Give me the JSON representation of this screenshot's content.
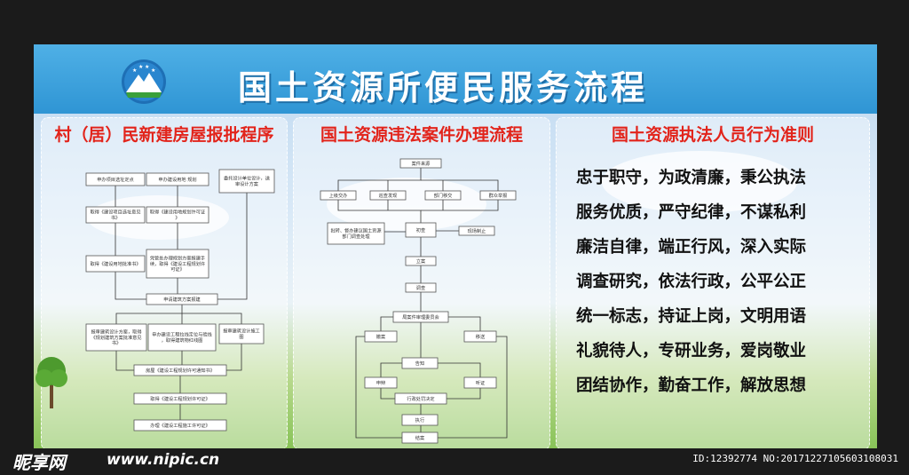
{
  "header": {
    "title": "国土资源所便民服务流程"
  },
  "panels": {
    "building": {
      "title": "村（居）民新建房屋报批程序"
    },
    "case": {
      "title": "国土资源违法案件办理流程"
    },
    "conduct": {
      "title": "国土资源执法人员行为准则",
      "lines": [
        "忠于职守，为政清廉，秉公执法",
        "服务优质，严守纪律，不谋私利",
        "廉洁自律，端正行风，深入实际",
        "调查研究，依法行政，公平公正",
        "统一标志，持证上岗，文明用语",
        "礼貌待人，专研业务，爱岗敬业",
        "团结协作，勤奋工作，解放思想"
      ]
    }
  },
  "building_flow": {
    "nodes": [
      {
        "id": "b1",
        "label": "申办项目选址定点"
      },
      {
        "id": "b2",
        "label": "申办建设用地 规划"
      },
      {
        "id": "b3",
        "label": "委托设计单位设计，送审设计方案"
      },
      {
        "id": "b4",
        "label": "取得《建设项目选址意见书》"
      },
      {
        "id": "b5",
        "label": "取得《建设用地规划许可证》"
      },
      {
        "id": "b6",
        "label": "取得《建设用地批准书》"
      },
      {
        "id": "b7",
        "label": "凭管处办理规划方案报建手续，取得《建设工程规划许可证》"
      },
      {
        "id": "b8",
        "label": "申请建筑方案报建"
      },
      {
        "id": "b9",
        "label": "报审建筑设计方案，取得《规划建筑方案批准意见书》"
      },
      {
        "id": "b10",
        "label": "申办建设工程拉线定位与验线，取得建筑物红线图"
      },
      {
        "id": "b11",
        "label": "报审建筑设计施工图"
      },
      {
        "id": "b12",
        "label": "房屋《建设工程规划许可通知书》"
      },
      {
        "id": "b13",
        "label": "取得《建设工程规划许可证》"
      },
      {
        "id": "b14",
        "label": "办理《建设工程施工许可证》"
      }
    ]
  },
  "case_flow": {
    "nodes": [
      {
        "id": "c1",
        "label": "案件来源"
      },
      {
        "id": "c2",
        "label": "上级交办"
      },
      {
        "id": "c3",
        "label": "巡查发现"
      },
      {
        "id": "c4",
        "label": "部门移交"
      },
      {
        "id": "c5",
        "label": "群众举报"
      },
      {
        "id": "c6",
        "label": "批转、督办建议国土资源部门调查处理"
      },
      {
        "id": "c7",
        "label": "初查"
      },
      {
        "id": "c8",
        "label": "现场制止"
      },
      {
        "id": "c9",
        "label": "立案"
      },
      {
        "id": "c10",
        "label": "调查"
      },
      {
        "id": "c11",
        "label": "局案件审理委员会"
      },
      {
        "id": "c12",
        "label": "撤案"
      },
      {
        "id": "c13",
        "label": "移送"
      },
      {
        "id": "c14",
        "label": "告知"
      },
      {
        "id": "c15",
        "label": "申辩"
      },
      {
        "id": "c16",
        "label": "听证"
      },
      {
        "id": "c17",
        "label": "行政处罚决定"
      },
      {
        "id": "c18",
        "label": "执行"
      },
      {
        "id": "c19",
        "label": "结案"
      }
    ]
  },
  "watermark": {
    "logo": "昵享网",
    "url": "www.nipic.cn",
    "id": "ID:12392774 NO:20171227105603108031"
  },
  "colors": {
    "header": "#2f95d4",
    "panel_title": "#e2241b",
    "title_text": "#ffffff"
  },
  "icons": {
    "logo": "mountain-stars-emblem-icon",
    "tree": "tree-icon"
  }
}
